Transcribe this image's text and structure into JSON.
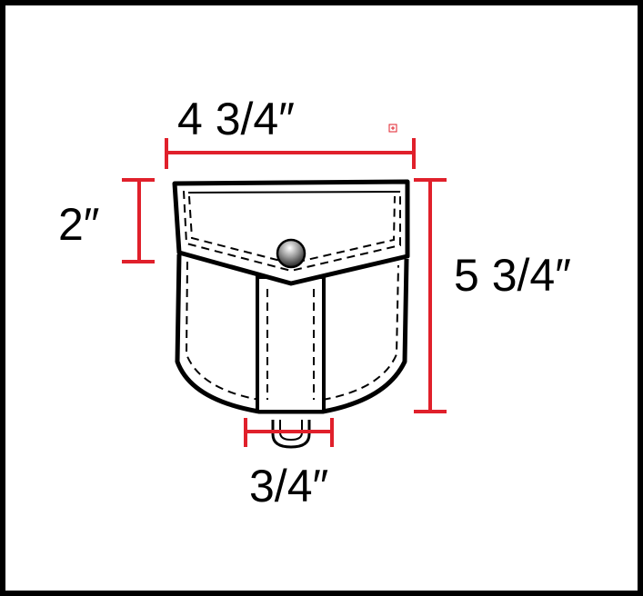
{
  "dimensions": {
    "width_label": "4 3/4″",
    "height_label": "5 3/4″",
    "flap_label": "2″",
    "loop_label": "3/4″"
  },
  "colors": {
    "measure_line": "#e0202b",
    "outline": "#000000",
    "border": "#000000",
    "background": "#ffffff"
  }
}
